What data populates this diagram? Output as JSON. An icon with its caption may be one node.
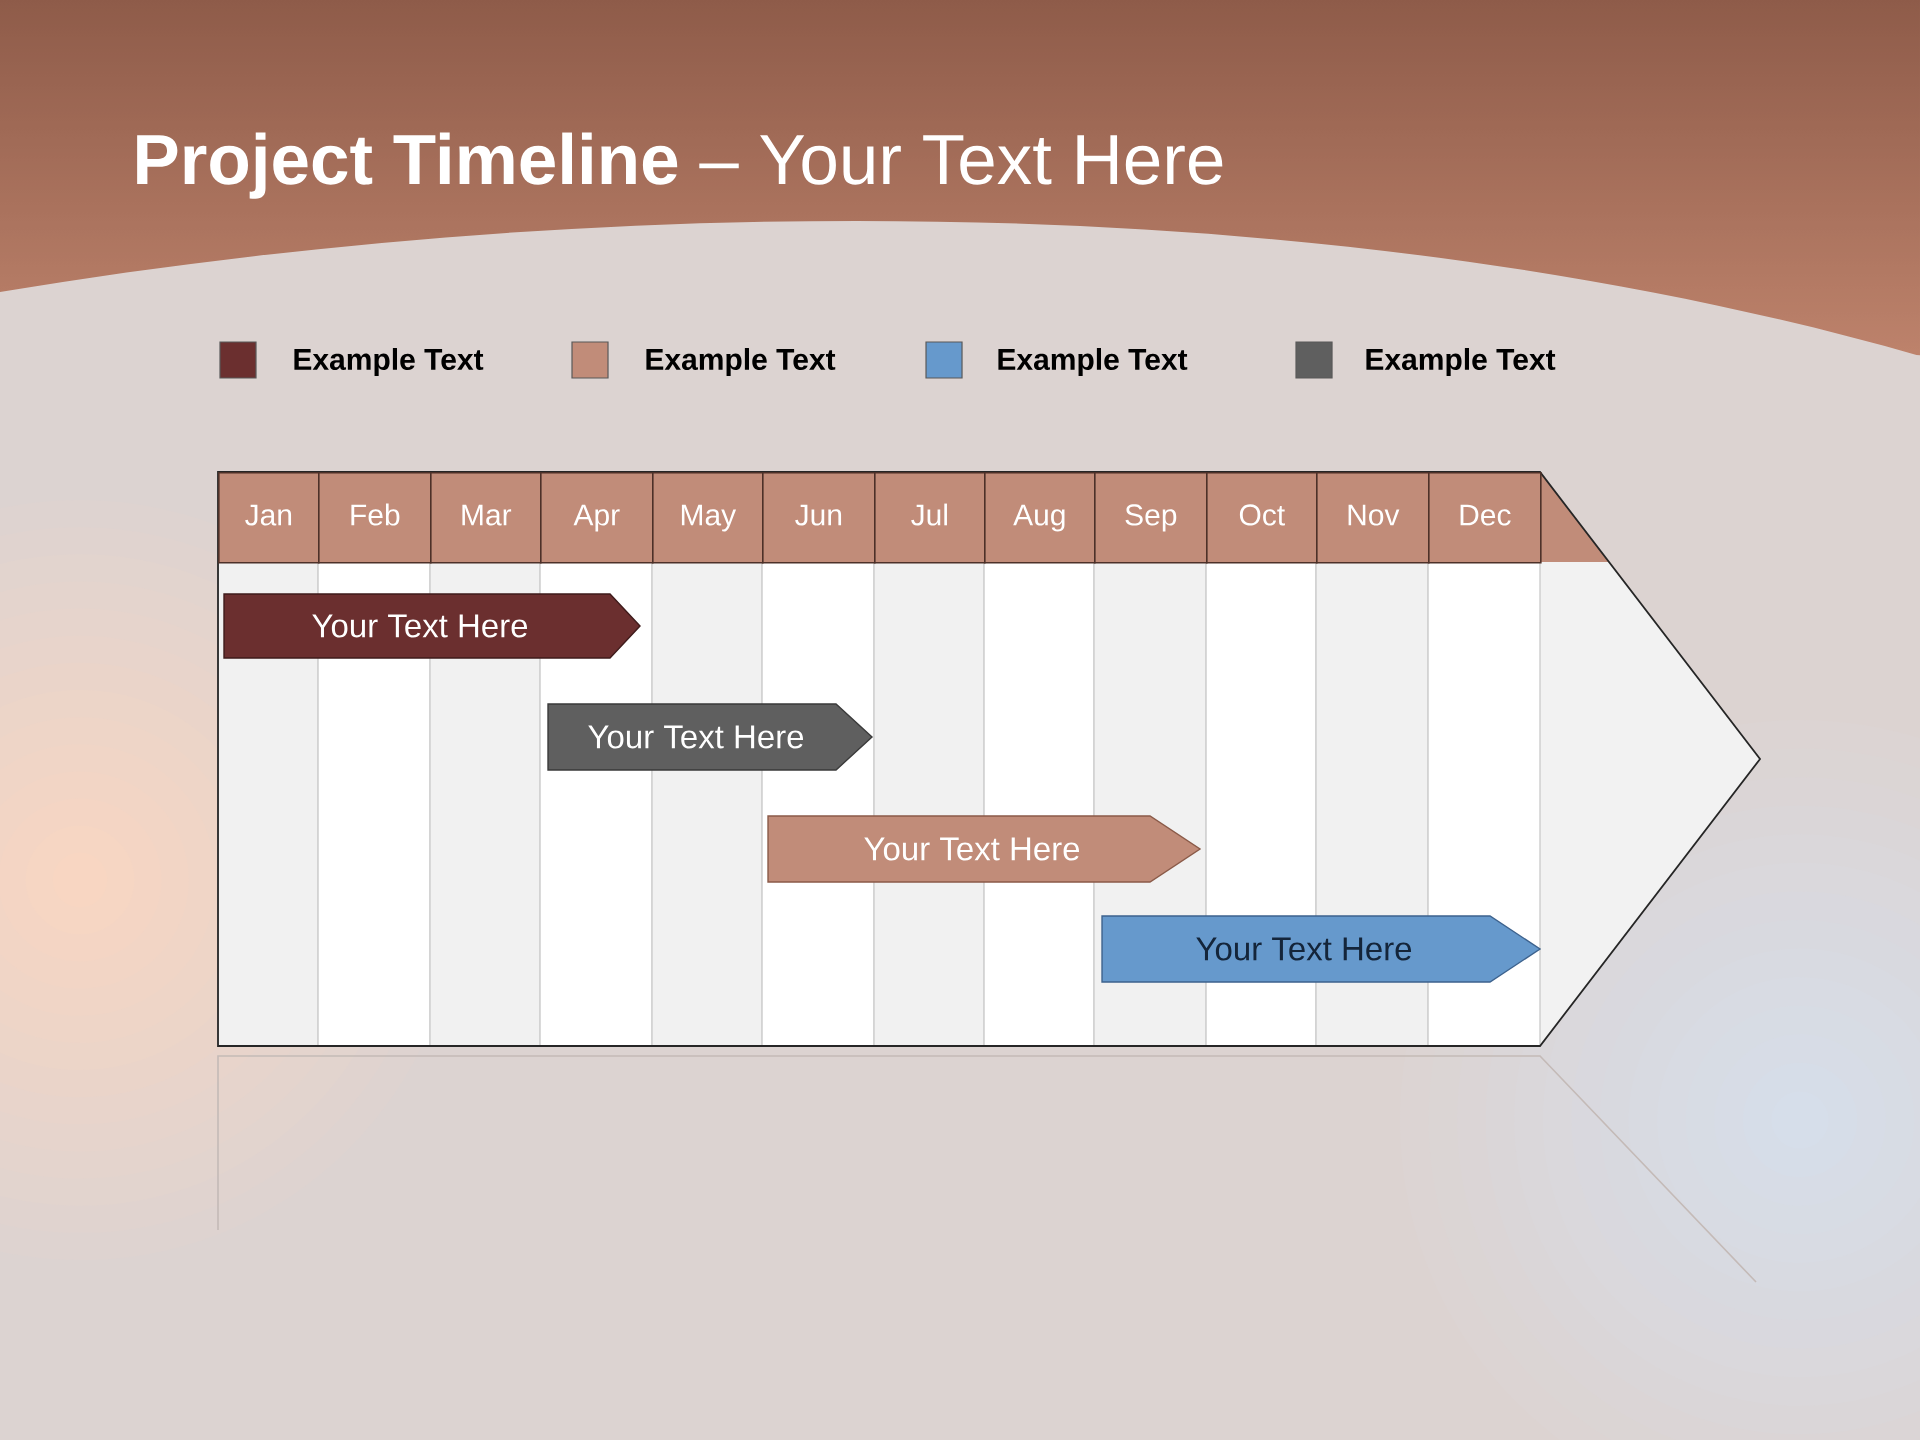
{
  "diagram": {
    "title": "**Project Timeline** – Your Text Here",
    "nodes": [
      {
        "text": [],
        "shape": "arrow"
      },
      {
        "text": [
          "Jan"
        ],
        "in": 0
      },
      {
        "text": [
          "Feb"
        ],
        "in": 0
      },
      {
        "text": [
          "Mar"
        ],
        "in": 0
      },
      {
        "text": [
          "Apr"
        ],
        "in": 0
      },
      {
        "text": [
          "May"
        ],
        "in": 0
      },
      {
        "text": [
          "Jun"
        ],
        "in": 0
      },
      {
        "text": [
          "Jul"
        ],
        "in": 0
      },
      {
        "text": [
          "Aug"
        ],
        "in": 0
      },
      {
        "text": [
          "Sep"
        ],
        "in": 0
      },
      {
        "text": [
          "Oct"
        ],
        "in": 0
      },
      {
        "text": [
          "Nov"
        ],
        "in": 0
      },
      {
        "text": [
          "Dec"
        ],
        "in": 0
      },
      {
        "text": [
          "Your Text Here"
        ],
        "in": 0
      },
      {
        "text": [
          "Your Text Here"
        ],
        "in": 0
      },
      {
        "text": [
          "Your Text Here"
        ],
        "in": 0
      },
      {
        "text": [
          "Your Text Here"
        ],
        "in": 0
      }
    ],
    "legend": [
      {
        "text": "Example Text",
        "color": "#6b2f2f"
      },
      {
        "text": "Example Text",
        "color": "#c18c79"
      },
      {
        "text": "Example Text",
        "color": "#6699cc"
      },
      {
        "text": "Example Text",
        "color": "#5f5f5f"
      }
    ]
  }
}
